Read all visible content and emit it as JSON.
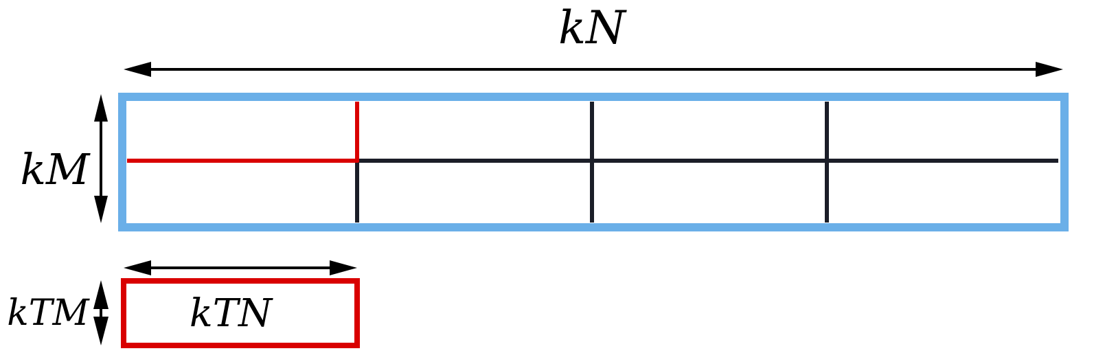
{
  "labels": {
    "kN": "kN",
    "kM": "kM",
    "kTM": "kTM",
    "kTN": "kTN"
  },
  "colors": {
    "outer_border": "#6aafe8",
    "tile_highlight": "#d90000",
    "grid_line": "#1b1e28",
    "arrow": "#000000"
  }
}
